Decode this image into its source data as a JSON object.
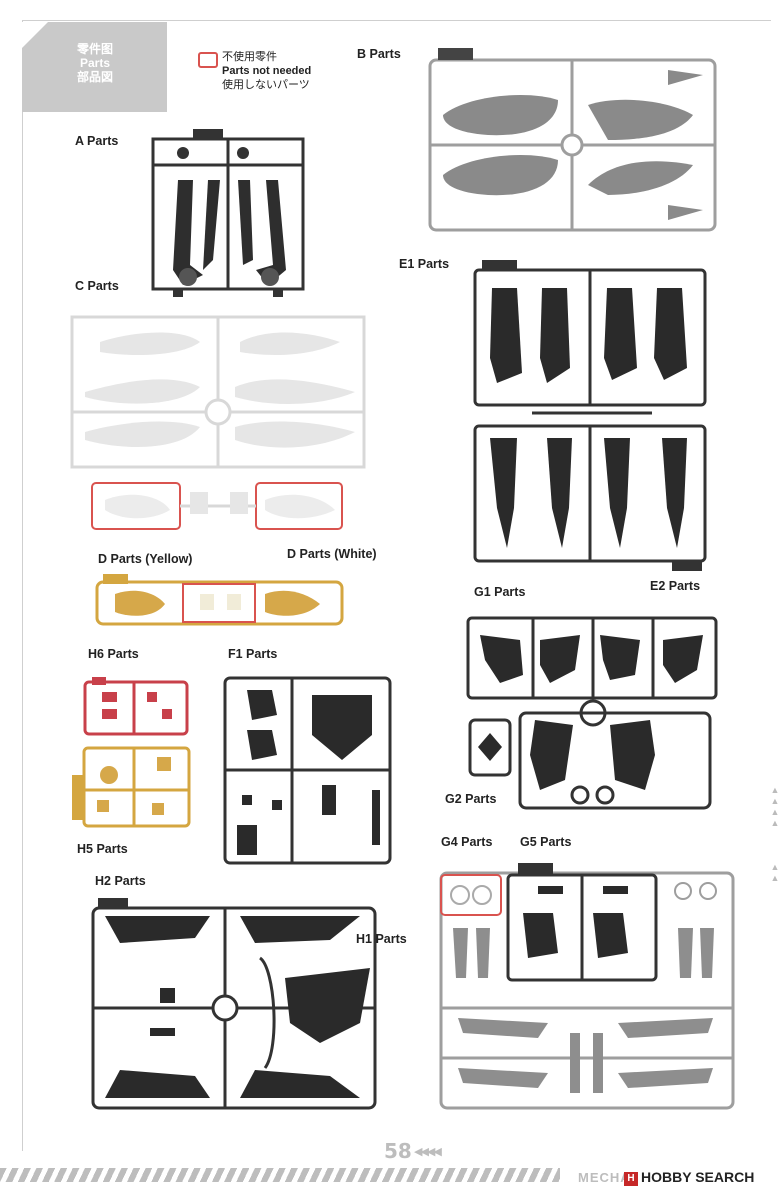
{
  "header": {
    "zh": "零件图",
    "en": "Parts",
    "ja": "部品図"
  },
  "legend": {
    "zh": "不使用零件",
    "en": "Parts not needed",
    "ja": "使用しないパーツ"
  },
  "labels": {
    "a": "A  Parts",
    "b": "B  Parts",
    "c": "C  Parts",
    "d_yellow": "D  Parts (Yellow)",
    "d_white": "D  Parts (White)",
    "e1": "E1  Parts",
    "e2": "E2  Parts",
    "g1": "G1  Parts",
    "g2": "G2  Parts",
    "h6": "H6 Parts",
    "h5": "H5  Parts",
    "f1": "F1  Parts",
    "h2": "H2  Parts",
    "h1": "H1 Parts",
    "g4": "G4  Parts",
    "g5": "G5  Parts"
  },
  "colors": {
    "black_sprue": "#333333",
    "gray_sprue": "#9e9e9e",
    "white_sprue": "#d8d8d8",
    "yellow_sprue": "#d4a640",
    "red_sprue": "#c8404a",
    "not_needed_outline": "#d9534f"
  },
  "footer": {
    "page_number": "58",
    "brand_left": "MECHA",
    "brand_right": "HOBBY SEARCH",
    "brand_logo_letter": "H"
  }
}
